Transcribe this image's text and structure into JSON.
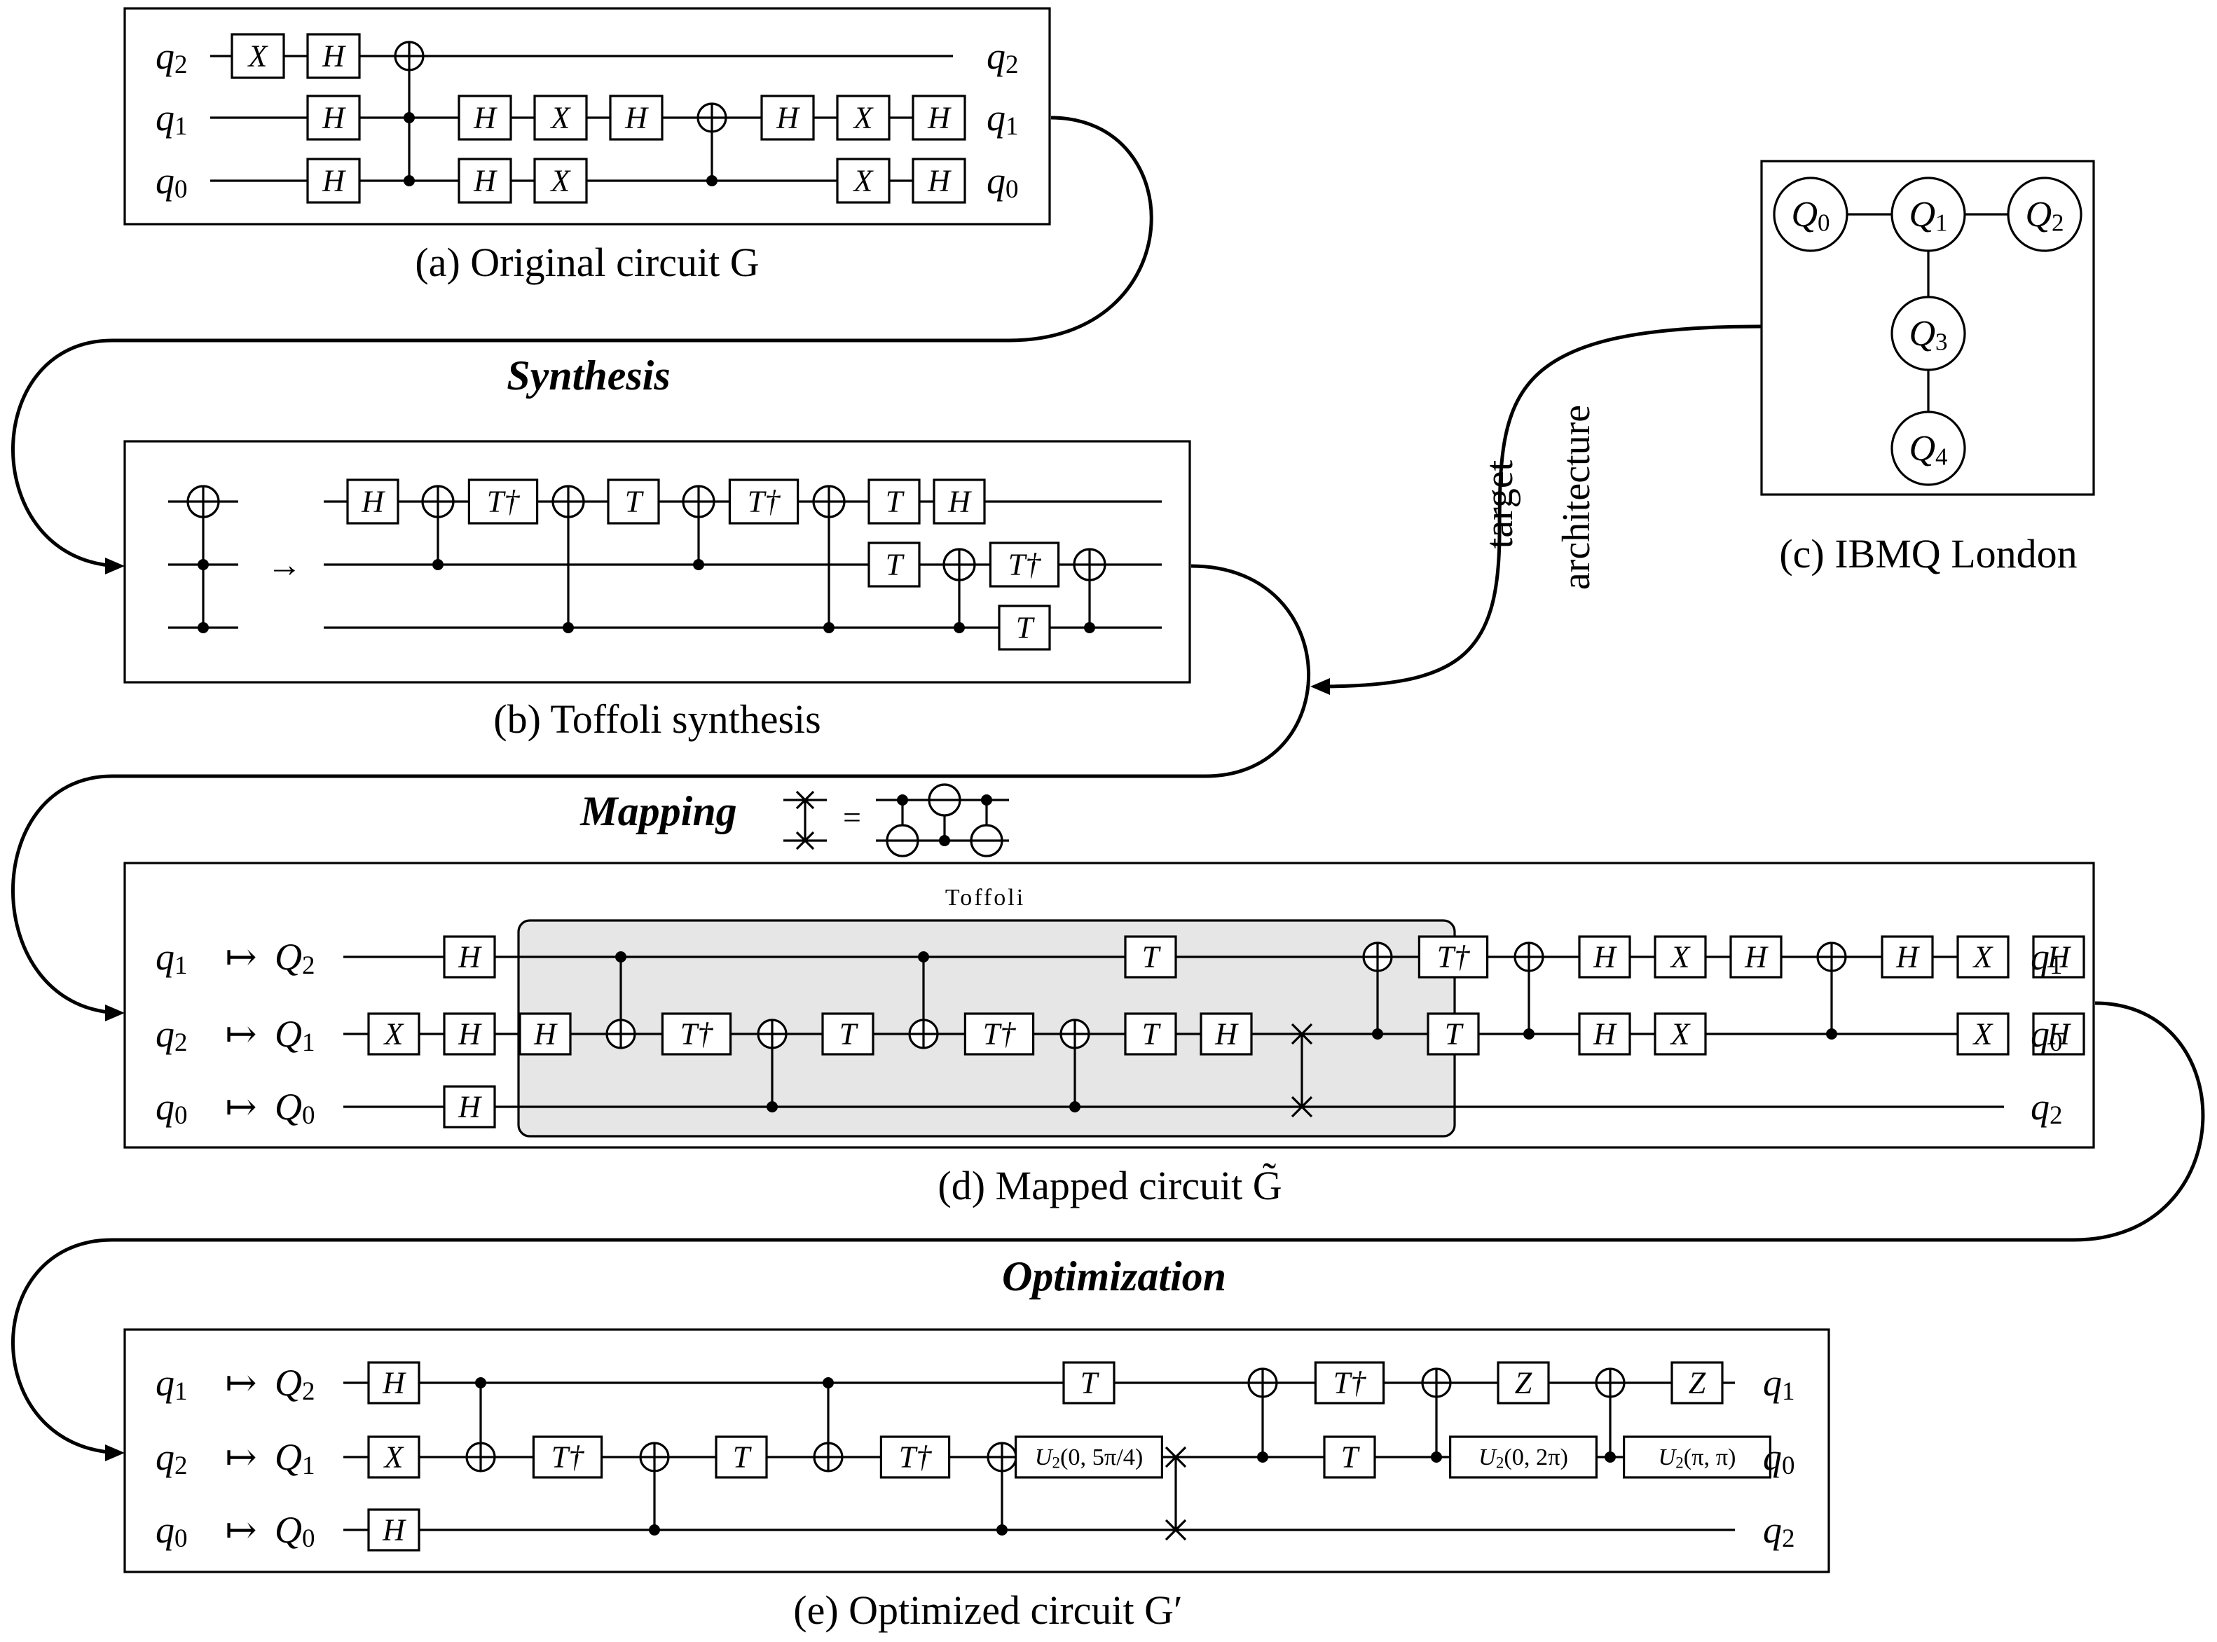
{
  "stages": {
    "synthesis": "Synthesis",
    "mapping": "Mapping",
    "optimization": "Optimization",
    "swap_equals": "="
  },
  "target_architecture": {
    "line1": "target",
    "line2": "architecture"
  },
  "panels": {
    "a": {
      "caption": "(a) Original circuit G",
      "wires_in": [
        "q2",
        "q1",
        "q0"
      ],
      "wires_out": [
        "q2",
        "q1",
        "q0"
      ],
      "gates": [
        {
          "type": "box",
          "label": "X",
          "wire": 0,
          "col": 1
        },
        {
          "type": "box",
          "label": "H",
          "wire": 0,
          "col": 2
        },
        {
          "type": "box",
          "label": "H",
          "wire": 1,
          "col": 2
        },
        {
          "type": "box",
          "label": "H",
          "wire": 2,
          "col": 2
        },
        {
          "type": "cnot",
          "target": 0,
          "controls": [
            1,
            2
          ],
          "col": 3
        },
        {
          "type": "box",
          "label": "H",
          "wire": 1,
          "col": 4
        },
        {
          "type": "box",
          "label": "H",
          "wire": 2,
          "col": 4
        },
        {
          "type": "box",
          "label": "X",
          "wire": 1,
          "col": 5
        },
        {
          "type": "box",
          "label": "X",
          "wire": 2,
          "col": 5
        },
        {
          "type": "box",
          "label": "H",
          "wire": 1,
          "col": 6
        },
        {
          "type": "cnot",
          "target": 1,
          "controls": [
            2
          ],
          "col": 7
        },
        {
          "type": "box",
          "label": "H",
          "wire": 1,
          "col": 8
        },
        {
          "type": "box",
          "label": "X",
          "wire": 1,
          "col": 9
        },
        {
          "type": "box",
          "label": "X",
          "wire": 2,
          "col": 9
        },
        {
          "type": "box",
          "label": "H",
          "wire": 1,
          "col": 10
        },
        {
          "type": "box",
          "label": "H",
          "wire": 2,
          "col": 10
        }
      ]
    },
    "b": {
      "caption": "(b) Toffoli synthesis",
      "arrow": "→",
      "gates": [
        {
          "type": "box",
          "label": "H",
          "wire": 0,
          "col": 1
        },
        {
          "type": "cnot",
          "target": 0,
          "controls": [
            1
          ],
          "col": 2
        },
        {
          "type": "box",
          "label": "T†",
          "wire": 0,
          "col": 3
        },
        {
          "type": "cnot",
          "target": 0,
          "controls": [
            2
          ],
          "col": 4
        },
        {
          "type": "box",
          "label": "T",
          "wire": 0,
          "col": 5
        },
        {
          "type": "cnot",
          "target": 0,
          "controls": [
            1
          ],
          "col": 6
        },
        {
          "type": "box",
          "label": "T†",
          "wire": 0,
          "col": 7
        },
        {
          "type": "cnot",
          "target": 0,
          "controls": [
            2
          ],
          "col": 8
        },
        {
          "type": "box",
          "label": "T",
          "wire": 0,
          "col": 9
        },
        {
          "type": "box",
          "label": "T",
          "wire": 1,
          "col": 9
        },
        {
          "type": "box",
          "label": "H",
          "wire": 0,
          "col": 10
        },
        {
          "type": "cnot",
          "target": 1,
          "controls": [
            2
          ],
          "col": 10
        },
        {
          "type": "box",
          "label": "T†",
          "wire": 1,
          "col": 11
        },
        {
          "type": "box",
          "label": "T",
          "wire": 2,
          "col": 11
        },
        {
          "type": "cnot",
          "target": 1,
          "controls": [
            2
          ],
          "col": 12
        }
      ]
    },
    "c": {
      "caption": "(c) IBMQ London",
      "nodes": [
        "Q0",
        "Q1",
        "Q2",
        "Q3",
        "Q4"
      ],
      "edges": [
        [
          0,
          1
        ],
        [
          1,
          2
        ],
        [
          1,
          3
        ],
        [
          3,
          4
        ]
      ]
    },
    "d": {
      "caption": "(d) Mapped circuit G̃",
      "highlight_label": "Toffoli",
      "maps": [
        {
          "q": "q1",
          "Q": "Q2"
        },
        {
          "q": "q2",
          "Q": "Q1"
        },
        {
          "q": "q0",
          "Q": "Q0"
        }
      ],
      "wires_out": [
        "q1",
        "q0",
        "q2"
      ],
      "gates": [
        {
          "type": "box",
          "label": "X",
          "wire": 1,
          "col": 1
        },
        {
          "type": "box",
          "label": "H",
          "wire": 0,
          "col": 2
        },
        {
          "type": "box",
          "label": "H",
          "wire": 1,
          "col": 2
        },
        {
          "type": "box",
          "label": "H",
          "wire": 2,
          "col": 2
        },
        {
          "type": "box",
          "label": "H",
          "wire": 1,
          "col": 3
        },
        {
          "type": "cnot",
          "target": 1,
          "controls": [
            0
          ],
          "col": 4
        },
        {
          "type": "box",
          "label": "T†",
          "wire": 1,
          "col": 5
        },
        {
          "type": "cnot",
          "target": 1,
          "controls": [
            2
          ],
          "col": 6
        },
        {
          "type": "box",
          "label": "T",
          "wire": 1,
          "col": 7
        },
        {
          "type": "cnot",
          "target": 1,
          "controls": [
            0
          ],
          "col": 8
        },
        {
          "type": "box",
          "label": "T†",
          "wire": 1,
          "col": 9
        },
        {
          "type": "cnot",
          "target": 1,
          "controls": [
            2
          ],
          "col": 10
        },
        {
          "type": "box",
          "label": "T",
          "wire": 0,
          "col": 11
        },
        {
          "type": "box",
          "label": "T",
          "wire": 1,
          "col": 11
        },
        {
          "type": "box",
          "label": "H",
          "wire": 1,
          "col": 12
        },
        {
          "type": "swap",
          "wires": [
            1,
            2
          ],
          "col": 13
        },
        {
          "type": "cnot",
          "target": 0,
          "controls": [
            1
          ],
          "col": 14
        },
        {
          "type": "box",
          "label": "T†",
          "wire": 0,
          "col": 15
        },
        {
          "type": "box",
          "label": "T",
          "wire": 1,
          "col": 15
        },
        {
          "type": "cnot",
          "target": 0,
          "controls": [
            1
          ],
          "col": 16
        },
        {
          "type": "box",
          "label": "H",
          "wire": 0,
          "col": 17
        },
        {
          "type": "box",
          "label": "H",
          "wire": 1,
          "col": 17
        },
        {
          "type": "box",
          "label": "X",
          "wire": 0,
          "col": 18
        },
        {
          "type": "box",
          "label": "X",
          "wire": 1,
          "col": 18
        },
        {
          "type": "box",
          "label": "H",
          "wire": 0,
          "col": 19
        },
        {
          "type": "cnot",
          "target": 0,
          "controls": [
            1
          ],
          "col": 20
        },
        {
          "type": "box",
          "label": "H",
          "wire": 0,
          "col": 21
        },
        {
          "type": "box",
          "label": "X",
          "wire": 0,
          "col": 22
        },
        {
          "type": "box",
          "label": "X",
          "wire": 1,
          "col": 22
        },
        {
          "type": "box",
          "label": "H",
          "wire": 0,
          "col": 23
        },
        {
          "type": "box",
          "label": "H",
          "wire": 1,
          "col": 23
        }
      ]
    },
    "e": {
      "caption": "(e) Optimized circuit G′",
      "maps": [
        {
          "q": "q1",
          "Q": "Q2"
        },
        {
          "q": "q2",
          "Q": "Q1"
        },
        {
          "q": "q0",
          "Q": "Q0"
        }
      ],
      "wires_out": [
        "q1",
        "q0",
        "q2"
      ],
      "gates": [
        {
          "type": "box",
          "label": "H",
          "wire": 0,
          "col": 1
        },
        {
          "type": "box",
          "label": "X",
          "wire": 1,
          "col": 1
        },
        {
          "type": "box",
          "label": "H",
          "wire": 2,
          "col": 1
        },
        {
          "type": "cnot",
          "target": 1,
          "controls": [
            0
          ],
          "col": 2
        },
        {
          "type": "box",
          "label": "T†",
          "wire": 1,
          "col": 3
        },
        {
          "type": "cnot",
          "target": 1,
          "controls": [
            2
          ],
          "col": 4
        },
        {
          "type": "box",
          "label": "T",
          "wire": 1,
          "col": 5
        },
        {
          "type": "cnot",
          "target": 1,
          "controls": [
            0
          ],
          "col": 6
        },
        {
          "type": "box",
          "label": "T†",
          "wire": 1,
          "col": 7
        },
        {
          "type": "cnot",
          "target": 1,
          "controls": [
            2
          ],
          "col": 8
        },
        {
          "type": "box",
          "label": "T",
          "wire": 0,
          "col": 9
        },
        {
          "type": "box",
          "label": "U2(0, 5π/4)",
          "wire": 1,
          "col": 9
        },
        {
          "type": "swap",
          "wires": [
            1,
            2
          ],
          "col": 10
        },
        {
          "type": "cnot",
          "target": 0,
          "controls": [
            1
          ],
          "col": 11
        },
        {
          "type": "box",
          "label": "T†",
          "wire": 0,
          "col": 12
        },
        {
          "type": "box",
          "label": "T",
          "wire": 1,
          "col": 12
        },
        {
          "type": "cnot",
          "target": 0,
          "controls": [
            1
          ],
          "col": 13
        },
        {
          "type": "box",
          "label": "Z",
          "wire": 0,
          "col": 14
        },
        {
          "type": "box",
          "label": "U2(0, 2π)",
          "wire": 1,
          "col": 14
        },
        {
          "type": "cnot",
          "target": 0,
          "controls": [
            1
          ],
          "col": 15
        },
        {
          "type": "box",
          "label": "Z",
          "wire": 0,
          "col": 16
        },
        {
          "type": "box",
          "label": "U2(π, π)",
          "wire": 1,
          "col": 16
        }
      ]
    }
  }
}
